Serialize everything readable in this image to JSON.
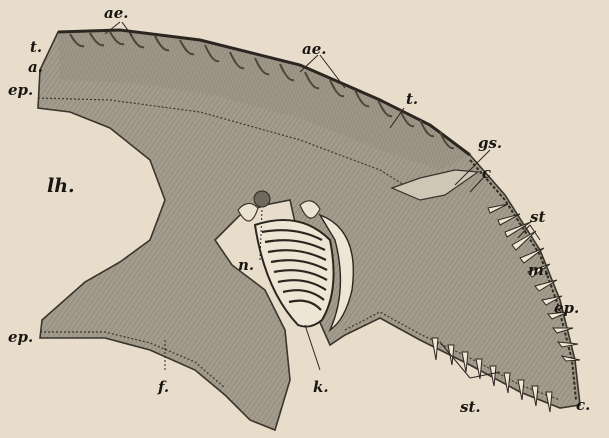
{
  "labels": {
    "ae_top": "ae.",
    "t_left": "t.",
    "a_left": "a.",
    "ep_left_top": "ep.",
    "ae_mid": "ae.",
    "t_right": "t.",
    "lh": "lh.",
    "gs": "gs.",
    "c_upper": "c",
    "st_upper": "st",
    "n": "n.",
    "m": "m.",
    "ep_right": "ep.",
    "ep_left_bottom": "ep.",
    "f": "f.",
    "k": "k.",
    "st_lower": "st.",
    "c_lower": "c."
  },
  "colors": {
    "paper": "#e8dccb",
    "tissue": "#9b9485",
    "tissue_light": "#b5ae9f",
    "tissue_dark": "#6f695d",
    "ink": "#1a1612"
  }
}
